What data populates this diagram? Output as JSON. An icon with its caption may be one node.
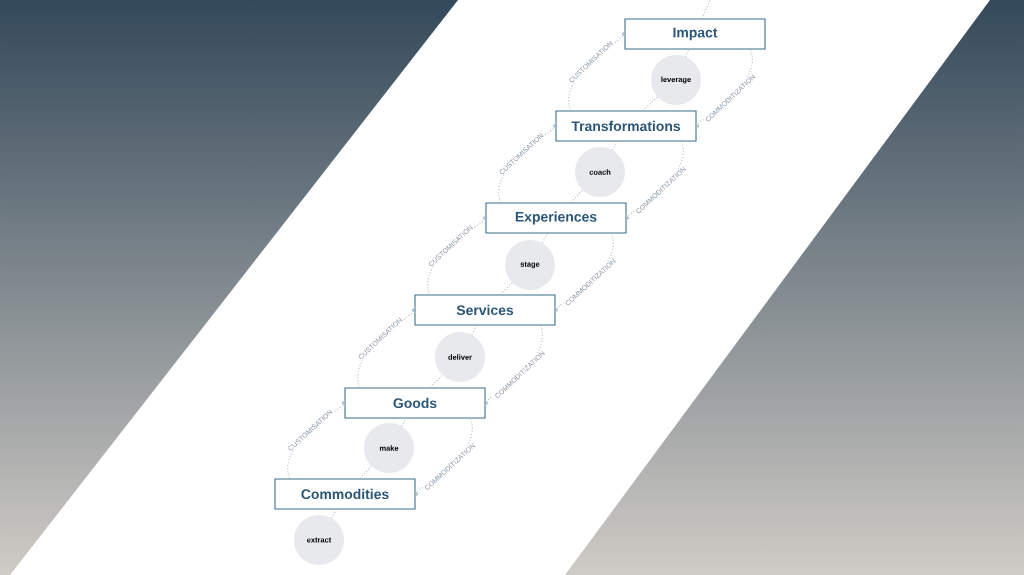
{
  "diagram": {
    "nodes": [
      {
        "text": [
          "Impact"
        ]
      },
      {
        "text": [
          "leverage"
        ]
      },
      {
        "text": [
          "Transformations"
        ]
      },
      {
        "text": [
          "coach"
        ]
      },
      {
        "text": [
          "Experiences"
        ]
      },
      {
        "text": [
          "stage"
        ]
      },
      {
        "text": [
          "Services"
        ]
      },
      {
        "text": [
          "deliver"
        ]
      },
      {
        "text": [
          "Goods"
        ]
      },
      {
        "text": [
          "make"
        ]
      },
      {
        "text": [
          "Commodities"
        ]
      },
      {
        "text": [
          "extract"
        ]
      }
    ],
    "edges": [
      {
        "from": 11,
        "to": 10,
        "arrow": "none"
      },
      {
        "from": 10,
        "to": 9,
        "arrow": "none"
      },
      {
        "from": 9,
        "to": 8,
        "arrow": "none"
      },
      {
        "from": 8,
        "to": 7,
        "arrow": "none"
      },
      {
        "from": 7,
        "to": 6,
        "arrow": "none"
      },
      {
        "from": 6,
        "to": 5,
        "arrow": "none"
      },
      {
        "from": 5,
        "to": 4,
        "arrow": "none"
      },
      {
        "from": 4,
        "to": 3,
        "arrow": "none"
      },
      {
        "from": 3,
        "to": 2,
        "arrow": "none"
      },
      {
        "from": 2,
        "to": 1,
        "arrow": "none"
      },
      {
        "from": 1,
        "to": 0,
        "arrow": "none"
      },
      {
        "from": 0,
        "to": null,
        "arrow": "none"
      },
      {
        "from": 10,
        "to": 8,
        "arrow": "to",
        "label": "CUSTOMISATION"
      },
      {
        "from": 8,
        "to": 6,
        "arrow": "to",
        "label": "CUSTOMISATION"
      },
      {
        "from": 6,
        "to": 4,
        "arrow": "to",
        "label": "CUSTOMISATION"
      },
      {
        "from": 4,
        "to": 2,
        "arrow": "to",
        "label": "CUSTOMISATION"
      },
      {
        "from": 2,
        "to": 0,
        "arrow": "to",
        "label": "CUSTOMISATION"
      },
      {
        "from": 0,
        "to": 2,
        "arrow": "to",
        "label": "COMMODITIZATION"
      },
      {
        "from": 2,
        "to": 4,
        "arrow": "to",
        "label": "COMMODITIZATION"
      },
      {
        "from": 4,
        "to": 6,
        "arrow": "to",
        "label": "COMMODITIZATION"
      },
      {
        "from": 6,
        "to": 8,
        "arrow": "to",
        "label": "COMMODITIZATION"
      },
      {
        "from": 8,
        "to": 10,
        "arrow": "to",
        "label": "COMMODITIZATION"
      }
    ]
  }
}
